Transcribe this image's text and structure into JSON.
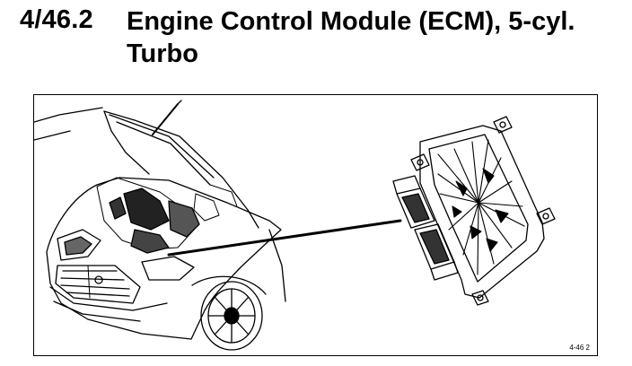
{
  "section": {
    "number": "4/46.2",
    "title": "Engine Control Module (ECM), 5-cyl. Turbo"
  },
  "figure": {
    "id_label": "4-46  2"
  }
}
